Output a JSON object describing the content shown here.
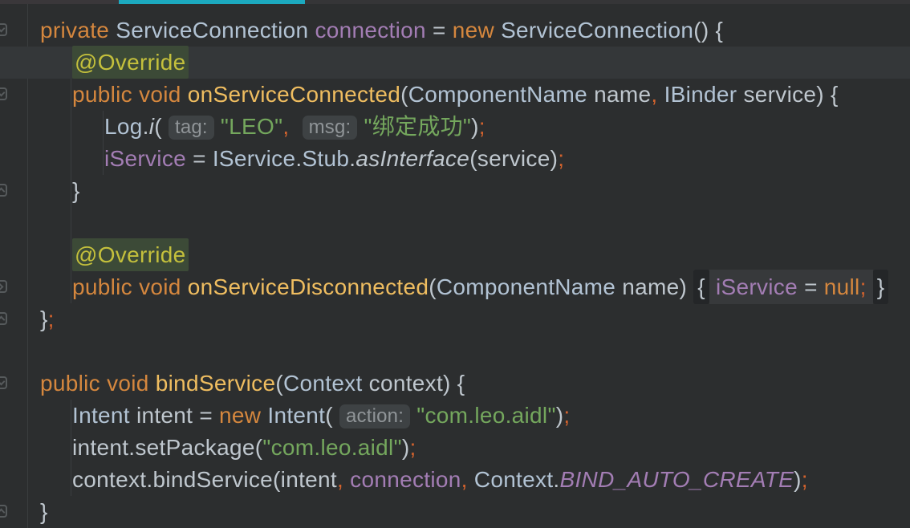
{
  "window": {
    "active_tab_underline": "present"
  },
  "colors": {
    "background": "#2c2e2f",
    "current_line": "#343739",
    "keyword": "#d5873e",
    "punct": "#d2622d",
    "plain": "#bfc7ce",
    "class": "#b2c3d4",
    "method": "#efbd60",
    "field": "#a37db4",
    "string": "#74a75d",
    "annotation": "#c4c03c",
    "annotation_highlight": "#3c4a37",
    "hint_text": "#909598",
    "hint_bg": "#3e4244",
    "fold_body_bg": "#37393b",
    "fold_brace_bg": "#242628",
    "gutter_border": "#3a3d3e",
    "indent_guide": "#3b3e40",
    "gutter_icon": "#565a5c",
    "tab_underline": "#1ca9bf",
    "top_strip_left": "#3a373a",
    "top_strip_right": "#353537"
  },
  "editor": {
    "language": "java",
    "lines": [
      {
        "indent": 0,
        "gutter_icon": "down",
        "tokens": [
          {
            "text": "private",
            "color": "keyword"
          },
          {
            "text": " ",
            "color": "plain"
          },
          {
            "text": "ServiceConnection",
            "color": "class"
          },
          {
            "text": " ",
            "color": "plain"
          },
          {
            "text": "connection",
            "color": "field"
          },
          {
            "text": " = ",
            "color": "plain"
          },
          {
            "text": "new",
            "color": "keyword"
          },
          {
            "text": " ",
            "color": "plain"
          },
          {
            "text": "ServiceConnection",
            "color": "class"
          },
          {
            "text": "() {",
            "color": "plain"
          }
        ]
      },
      {
        "indent": 1,
        "current": true,
        "tokens": [
          {
            "text": "@Override",
            "color": "annotation",
            "highlight": true
          }
        ]
      },
      {
        "indent": 1,
        "gutter_icon": "down",
        "tokens": [
          {
            "text": "public",
            "color": "keyword"
          },
          {
            "text": " ",
            "color": "plain"
          },
          {
            "text": "void",
            "color": "keyword"
          },
          {
            "text": " ",
            "color": "plain"
          },
          {
            "text": "onServiceConnected",
            "color": "method"
          },
          {
            "text": "(",
            "color": "plain"
          },
          {
            "text": "ComponentName",
            "color": "class"
          },
          {
            "text": " name",
            "color": "plain"
          },
          {
            "text": ",",
            "color": "punct"
          },
          {
            "text": " ",
            "color": "plain"
          },
          {
            "text": "IBinder",
            "color": "class"
          },
          {
            "text": " service",
            "color": "plain"
          },
          {
            "text": ") {",
            "color": "plain"
          }
        ]
      },
      {
        "indent": 2,
        "tokens": [
          {
            "text": "Log",
            "color": "class"
          },
          {
            "text": ".",
            "color": "plain"
          },
          {
            "text": "i",
            "color": "plain",
            "italic": true
          },
          {
            "text": "( ",
            "color": "plain"
          },
          {
            "chip": "tag:"
          },
          {
            "text": " ",
            "color": "plain"
          },
          {
            "text": "\"LEO\"",
            "color": "string"
          },
          {
            "text": ",",
            "color": "punct"
          },
          {
            "text": "  ",
            "color": "plain"
          },
          {
            "chip": "msg:"
          },
          {
            "text": " ",
            "color": "plain"
          },
          {
            "text": "\"绑定成功\"",
            "color": "string"
          },
          {
            "text": ")",
            "color": "plain"
          },
          {
            "text": ";",
            "color": "punct"
          }
        ]
      },
      {
        "indent": 2,
        "tokens": [
          {
            "text": "iService",
            "color": "field"
          },
          {
            "text": " = ",
            "color": "plain"
          },
          {
            "text": "IService",
            "color": "class"
          },
          {
            "text": ".",
            "color": "plain"
          },
          {
            "text": "Stub",
            "color": "class"
          },
          {
            "text": ".",
            "color": "plain"
          },
          {
            "text": "asInterface",
            "color": "plain",
            "italic": true
          },
          {
            "text": "(service)",
            "color": "plain"
          },
          {
            "text": ";",
            "color": "punct"
          }
        ]
      },
      {
        "indent": 1,
        "gutter_icon": "up",
        "tokens": [
          {
            "text": "}",
            "color": "plain"
          }
        ]
      },
      {
        "indent": 0,
        "tokens": []
      },
      {
        "indent": 1,
        "tokens": [
          {
            "text": "@Override",
            "color": "annotation",
            "highlight": true
          }
        ]
      },
      {
        "indent": 1,
        "gutter_icon": "right",
        "tokens": [
          {
            "text": "public",
            "color": "keyword"
          },
          {
            "text": " ",
            "color": "plain"
          },
          {
            "text": "void",
            "color": "keyword"
          },
          {
            "text": " ",
            "color": "plain"
          },
          {
            "text": "onServiceDisconnected",
            "color": "method"
          },
          {
            "text": "(",
            "color": "plain"
          },
          {
            "text": "ComponentName",
            "color": "class"
          },
          {
            "text": " name",
            "color": "plain"
          },
          {
            "text": ") ",
            "color": "plain"
          },
          {
            "text": "{",
            "color": "plain",
            "fold": "brace"
          },
          {
            "text": " ",
            "color": "plain",
            "fold": "body"
          },
          {
            "text": "iService",
            "color": "field",
            "fold": "body"
          },
          {
            "text": " = ",
            "color": "plain",
            "fold": "body"
          },
          {
            "text": "null",
            "color": "keyword",
            "fold": "body"
          },
          {
            "text": ";",
            "color": "punct",
            "fold": "body"
          },
          {
            "text": " ",
            "color": "plain",
            "fold": "body"
          },
          {
            "text": "}",
            "color": "plain",
            "fold": "brace"
          }
        ]
      },
      {
        "indent": 0,
        "gutter_icon": "up",
        "tokens": [
          {
            "text": "}",
            "color": "plain"
          },
          {
            "text": ";",
            "color": "punct"
          }
        ]
      },
      {
        "indent": 0,
        "tokens": []
      },
      {
        "indent": 0,
        "gutter_icon": "down",
        "tokens": [
          {
            "text": "public",
            "color": "keyword"
          },
          {
            "text": " ",
            "color": "plain"
          },
          {
            "text": "void",
            "color": "keyword"
          },
          {
            "text": " ",
            "color": "plain"
          },
          {
            "text": "bindService",
            "color": "method"
          },
          {
            "text": "(",
            "color": "plain"
          },
          {
            "text": "Context",
            "color": "class"
          },
          {
            "text": " context",
            "color": "plain"
          },
          {
            "text": ") {",
            "color": "plain"
          }
        ]
      },
      {
        "indent": 1,
        "tokens": [
          {
            "text": "Intent",
            "color": "class"
          },
          {
            "text": " intent = ",
            "color": "plain"
          },
          {
            "text": "new",
            "color": "keyword"
          },
          {
            "text": " ",
            "color": "plain"
          },
          {
            "text": "Intent",
            "color": "class"
          },
          {
            "text": "( ",
            "color": "plain"
          },
          {
            "chip": "action:"
          },
          {
            "text": " ",
            "color": "plain"
          },
          {
            "text": "\"com.leo.aidl\"",
            "color": "string"
          },
          {
            "text": ")",
            "color": "plain"
          },
          {
            "text": ";",
            "color": "punct"
          }
        ]
      },
      {
        "indent": 1,
        "tokens": [
          {
            "text": "intent.setPackage(",
            "color": "plain"
          },
          {
            "text": "\"com.leo.aidl\"",
            "color": "string"
          },
          {
            "text": ")",
            "color": "plain"
          },
          {
            "text": ";",
            "color": "punct"
          }
        ]
      },
      {
        "indent": 1,
        "tokens": [
          {
            "text": "context.bindService(intent",
            "color": "plain"
          },
          {
            "text": ",",
            "color": "punct"
          },
          {
            "text": " ",
            "color": "plain"
          },
          {
            "text": "connection",
            "color": "field"
          },
          {
            "text": ",",
            "color": "punct"
          },
          {
            "text": " ",
            "color": "plain"
          },
          {
            "text": "Context",
            "color": "class"
          },
          {
            "text": ".",
            "color": "plain"
          },
          {
            "text": "BIND_AUTO_CREATE",
            "color": "field",
            "italic": true
          },
          {
            "text": ")",
            "color": "plain"
          },
          {
            "text": ";",
            "color": "punct"
          }
        ]
      },
      {
        "indent": 0,
        "gutter_icon": "up",
        "tokens": [
          {
            "text": "}",
            "color": "plain"
          }
        ]
      }
    ]
  }
}
